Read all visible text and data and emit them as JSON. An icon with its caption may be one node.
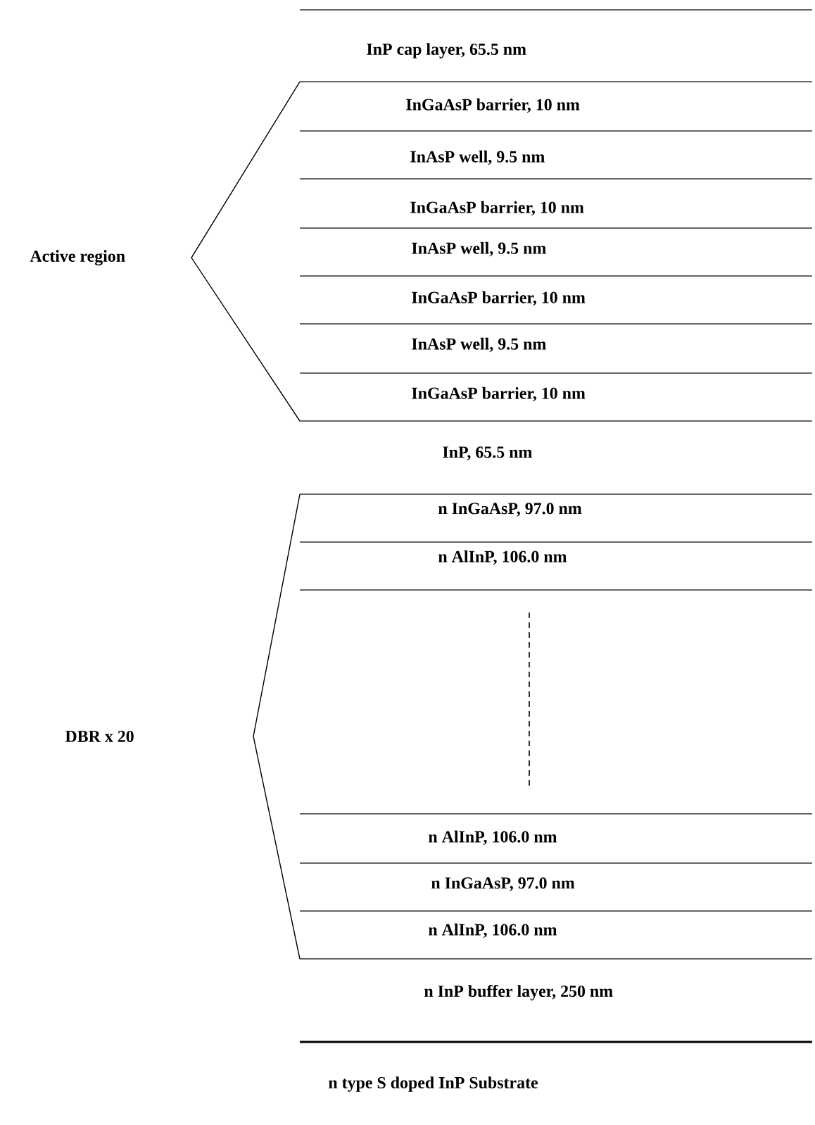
{
  "diagram": {
    "nodes": [
      {
        "text": [
          "InP cap layer, 65.5 nm"
        ]
      },
      {
        "text": [
          "InGaAsP barrier, 10 nm"
        ]
      },
      {
        "text": [
          "InAsP well,  9.5 nm"
        ]
      },
      {
        "text": [
          "InGaAsP barrier, 10 nm"
        ]
      },
      {
        "text": [
          "InAsP well,  9.5 nm"
        ]
      },
      {
        "text": [
          "InGaAsP barrier, 10 nm"
        ]
      },
      {
        "text": [
          "InAsP well,  9.5 nm"
        ]
      },
      {
        "text": [
          "InGaAsP barrier, 10 nm"
        ]
      },
      {
        "text": [
          "InP, 65.5 nm"
        ]
      },
      {
        "text": [
          "n InGaAsP, 97.0 nm"
        ]
      },
      {
        "text": [
          "n AlInP, 106.0 nm"
        ]
      },
      {
        "text": [
          "n AlInP, 106.0 nm"
        ]
      },
      {
        "text": [
          "n InGaAsP, 97.0 nm"
        ]
      },
      {
        "text": [
          "n AlInP, 106.0 nm"
        ]
      },
      {
        "text": [
          "n InP buffer layer, 250 nm"
        ]
      },
      {
        "text": [
          "n type S doped InP Substrate"
        ]
      }
    ],
    "labels": [
      "Active region",
      "DBR x 20"
    ]
  }
}
